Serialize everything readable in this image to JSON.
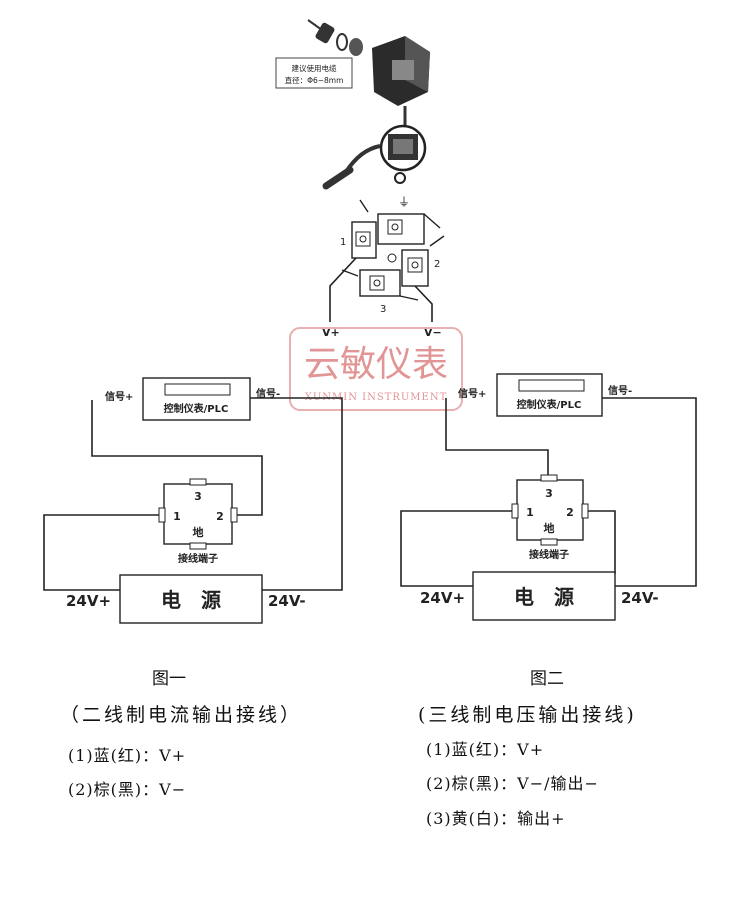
{
  "connector": {
    "cable_note_line1": "建议使用电缆",
    "cable_note_line2": "直径：Φ6~8mm",
    "pin_1": "1",
    "pin_2": "2",
    "pin_3": "3",
    "v_plus": "V+",
    "v_minus": "V−"
  },
  "watermark": {
    "cn": "云敏仪表",
    "en": "XUNMIN INSTRUMENT"
  },
  "figure1": {
    "signal_plus": "信号+",
    "signal_minus": "信号-",
    "controller": "控制仪表/PLC",
    "term_3": "3",
    "term_1": "1",
    "term_2": "2",
    "term_ground": "地",
    "terminal_label": "接线端子",
    "supply_plus": "24V+",
    "supply_minus": "24V-",
    "power_supply": "电　源",
    "title": "图一",
    "subtitle": "（二线制电流输出接线）",
    "lines": [
      "(1)蓝(红)：V+",
      "(2)棕(黑)：V−"
    ]
  },
  "figure2": {
    "signal_plus": "信号+",
    "signal_minus": "信号-",
    "controller": "控制仪表/PLC",
    "term_3": "3",
    "term_1": "1",
    "term_2": "2",
    "term_ground": "地",
    "terminal_label": "接线端子",
    "supply_plus": "24V+",
    "supply_minus": "24V-",
    "power_supply": "电　源",
    "title": "图二",
    "subtitle": "(三线制电压输出接线)",
    "lines": [
      "(1)蓝(红)：V+",
      "(2)棕(黑)：V−/输出−",
      "(3)黄(白)：输出+"
    ]
  },
  "colors": {
    "watermark": "#d97a7a",
    "line": "#222222"
  }
}
